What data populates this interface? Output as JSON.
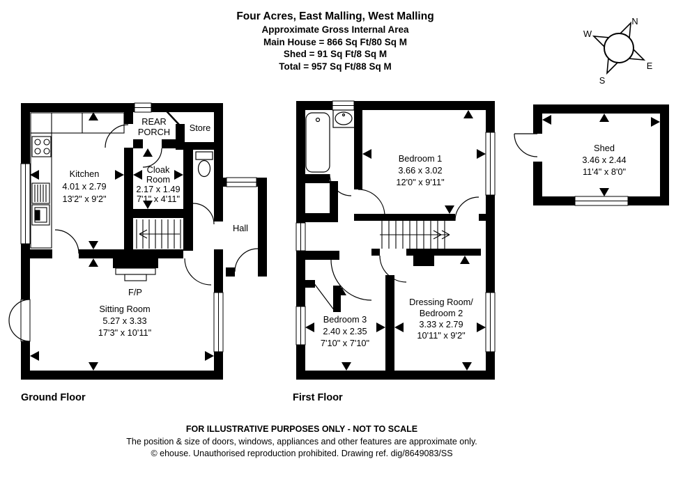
{
  "colors": {
    "ink": "#000000",
    "paper": "#ffffff"
  },
  "header": {
    "title": "Four Acres, East Malling, West Malling",
    "subtitle": "Approximate Gross Internal Area",
    "area_lines": [
      "Main House = 866 Sq Ft/80 Sq M",
      "Shed = 91 Sq Ft/8 Sq M",
      "Total = 957 Sq Ft/88 Sq M"
    ]
  },
  "compass": {
    "north": "N",
    "east": "E",
    "south": "S",
    "west": "W"
  },
  "ground_floor": {
    "label": "Ground Floor",
    "rooms": {
      "kitchen": {
        "name": "Kitchen",
        "metric": "4.01 x 2.79",
        "imperial": "13'2\" x 9'2\""
      },
      "rear_porch": {
        "name_line1": "REAR",
        "name_line2": "PORCH"
      },
      "store": {
        "name": "Store"
      },
      "cloak_room": {
        "name_line1": "Cloak",
        "name_line2": "Room",
        "metric": "2.17 x 1.49",
        "imperial": "7'1\" x 4'11\""
      },
      "hall": {
        "name": "Hall"
      },
      "fireplace": {
        "name": "F/P"
      },
      "sitting_room": {
        "name": "Sitting Room",
        "metric": "5.27 x 3.33",
        "imperial": "17'3\" x 10'11\""
      }
    }
  },
  "first_floor": {
    "label": "First Floor",
    "rooms": {
      "bedroom_1": {
        "name": "Bedroom 1",
        "metric": "3.66 x 3.02",
        "imperial": "12'0\" x 9'11\""
      },
      "bedroom_3": {
        "name": "Bedroom 3",
        "metric": "2.40 x 2.35",
        "imperial": "7'10\" x 7'10\""
      },
      "bedroom_2": {
        "name_line1": "Dressing Room/",
        "name_line2": "Bedroom 2",
        "metric": "3.33 x 2.79",
        "imperial": "10'11\" x 9'2\""
      }
    }
  },
  "outbuilding": {
    "shed": {
      "name": "Shed",
      "metric": "3.46 x 2.44",
      "imperial": "11'4\" x 8'0\""
    }
  },
  "footer": {
    "line1": "FOR ILLUSTRATIVE PURPOSES ONLY - NOT TO SCALE",
    "line2": "The position & size of doors, windows, appliances and other features are approximate only.",
    "line3": "© ehouse. Unauthorised reproduction prohibited. Drawing ref. dig/8649083/SS"
  }
}
